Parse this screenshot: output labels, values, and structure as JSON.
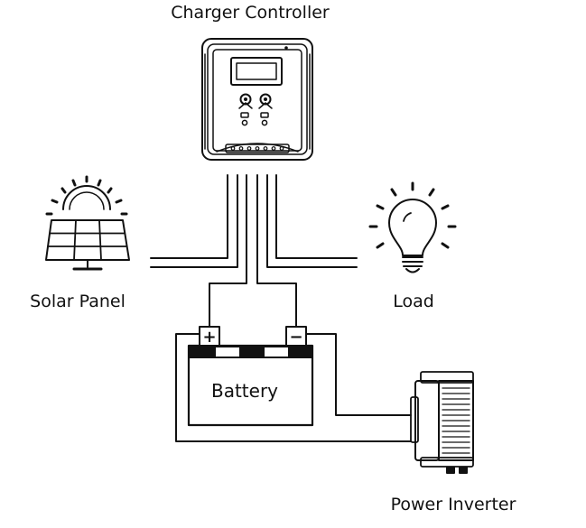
{
  "diagram": {
    "title": "Solar power system wiring",
    "components": {
      "controller": {
        "label": "Charger Controller",
        "icon": "charge-controller-icon"
      },
      "solar": {
        "label": "Solar Panel",
        "icon": "solar-panel-icon"
      },
      "load": {
        "label": "Load",
        "icon": "light-bulb-icon"
      },
      "battery": {
        "label": "Battery",
        "positive": "+",
        "negative": "−",
        "icon": "battery-icon"
      },
      "inverter": {
        "label": "Power Inverter",
        "icon": "power-inverter-icon"
      }
    },
    "colors": {
      "line": "#111111",
      "background": "#ffffff"
    }
  }
}
